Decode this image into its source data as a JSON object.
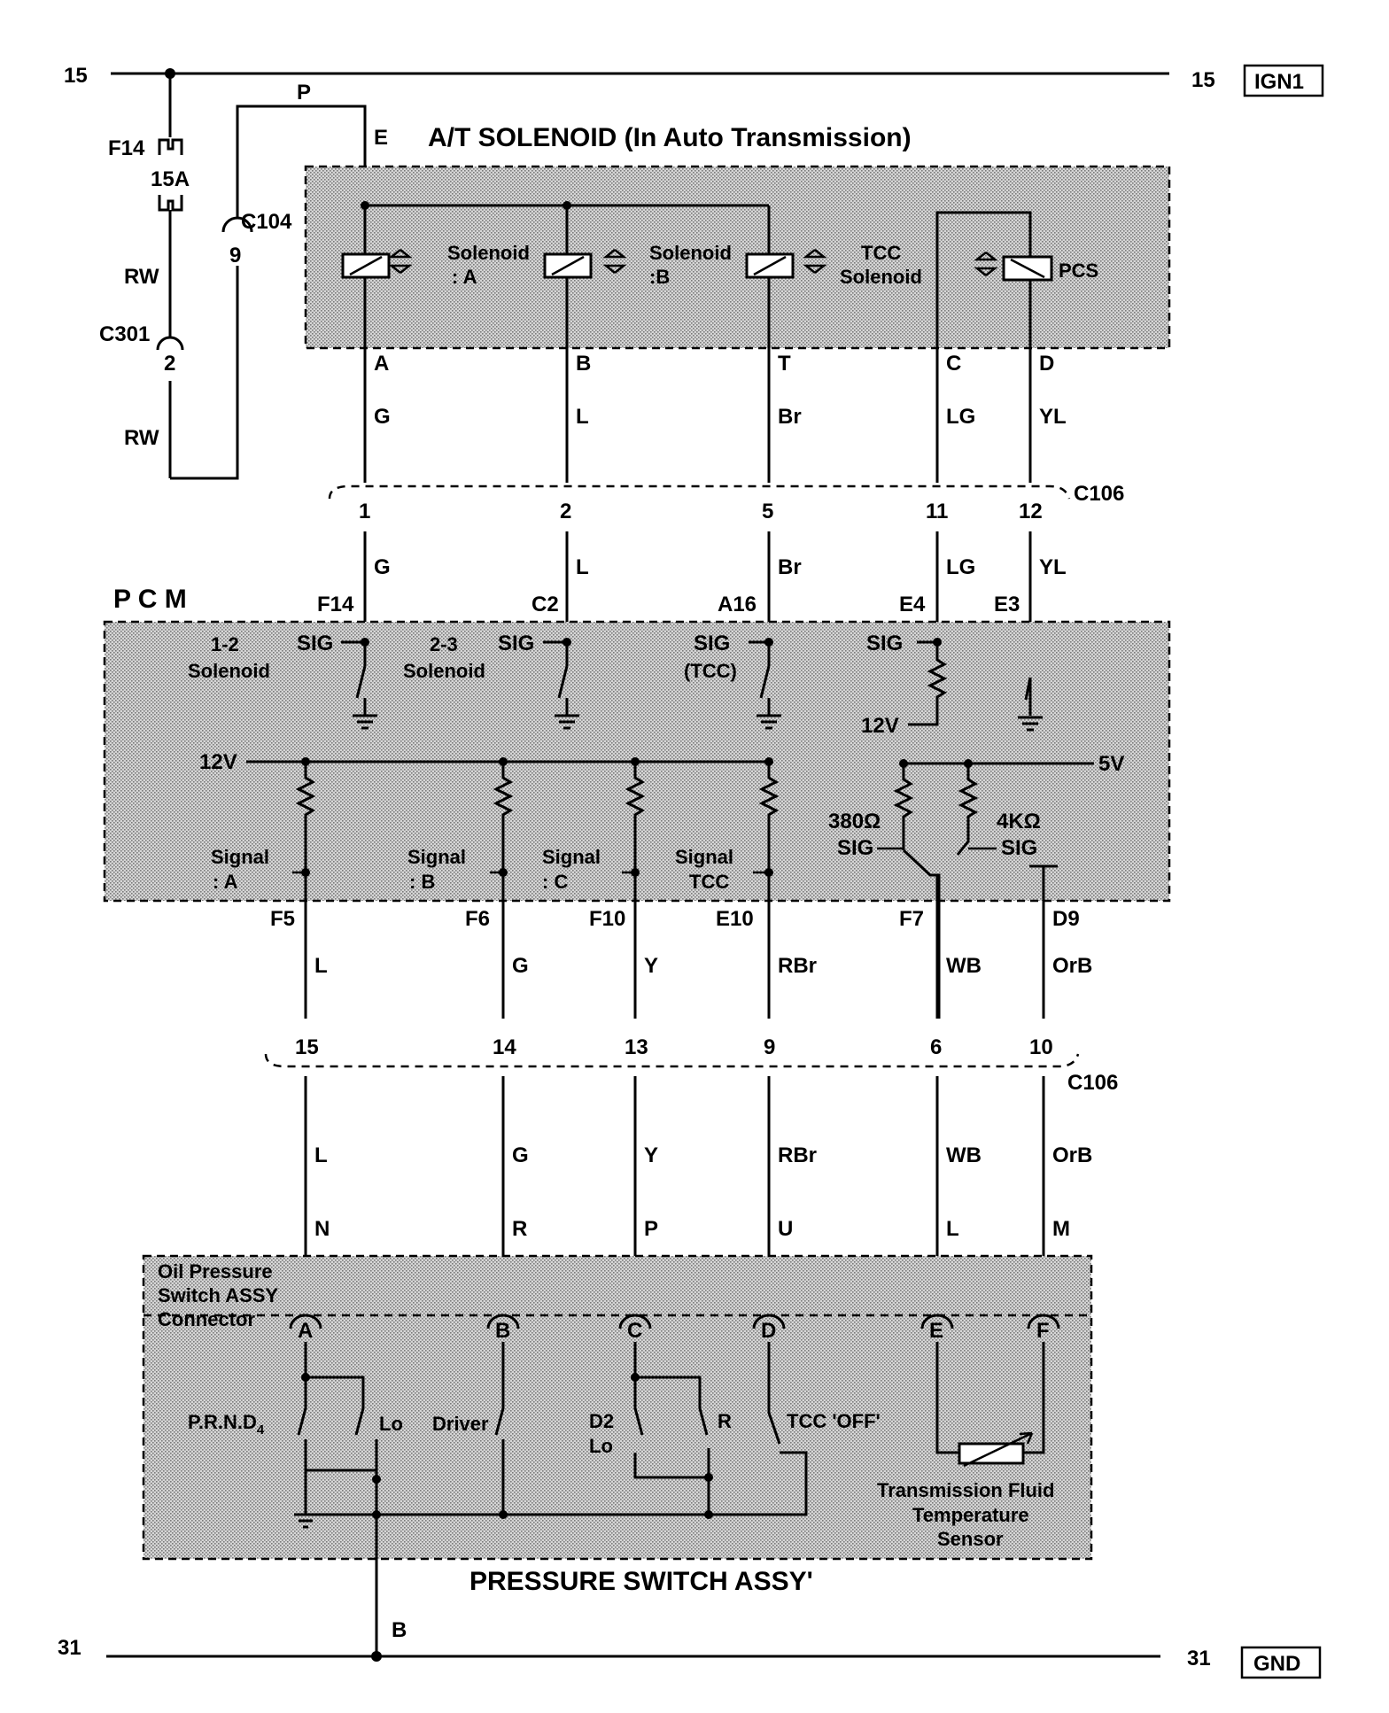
{
  "rails": {
    "ign_left_num": "15",
    "ign_right_num": "15",
    "ign_label": "IGN1",
    "gnd_left_num": "31",
    "gnd_right_num": "31",
    "gnd_label": "GND"
  },
  "fuse": {
    "name": "F14",
    "rating": "15A"
  },
  "left_wiring": {
    "wire_rw_top": "RW",
    "wire_rw_bottom": "RW",
    "c301_label": "C301",
    "c301_pin": "2",
    "c104_label": "C104",
    "c104_pin": "9",
    "p_label": "P",
    "e_label": "E"
  },
  "solenoid_block": {
    "title": "A/T SOLENOID (In Auto Transmission)",
    "sol_a": [
      "Solenoid",
      ": A"
    ],
    "sol_b": [
      "Solenoid",
      ":B"
    ],
    "tcc": [
      "TCC",
      "Solenoid"
    ],
    "pcs": "PCS",
    "pins": [
      "A",
      "B",
      "T",
      "C",
      "D"
    ],
    "wires": [
      "G",
      "L",
      "Br",
      "LG",
      "YL"
    ]
  },
  "c106_top": {
    "label": "C106",
    "pins": [
      "1",
      "2",
      "5",
      "11",
      "12"
    ],
    "wires": [
      "G",
      "L",
      "Br",
      "LG",
      "YL"
    ]
  },
  "pcm": {
    "title": "P C M",
    "top_terms": [
      "F14",
      "C2",
      "A16",
      "E4",
      "E3"
    ],
    "sig": "SIG",
    "sol12": [
      "1-2",
      "Solenoid"
    ],
    "sol23": [
      "2-3",
      "Solenoid"
    ],
    "tcc_paren": "(TCC)",
    "v12": "12V",
    "v5": "5V",
    "r380": "380Ω",
    "r4k": "4KΩ",
    "signals": [
      [
        "Signal",
        ": A"
      ],
      [
        "Signal",
        ": B"
      ],
      [
        "Signal",
        ": C"
      ],
      [
        "Signal",
        "TCC"
      ]
    ],
    "bottom_terms": [
      "F5",
      "F6",
      "F10",
      "E10",
      "F7",
      "D9"
    ],
    "bottom_wires": [
      "L",
      "G",
      "Y",
      "RBr",
      "WB",
      "OrB"
    ]
  },
  "c106_bottom": {
    "label": "C106",
    "pins": [
      "15",
      "14",
      "13",
      "9",
      "6",
      "10"
    ],
    "wires": [
      "L",
      "G",
      "Y",
      "RBr",
      "WB",
      "OrB"
    ],
    "assy_pins": [
      "N",
      "R",
      "P",
      "U",
      "L",
      "M"
    ]
  },
  "pressure_switch": {
    "title": "PRESSURE SWITCH ASSY'",
    "connector_label": [
      "Oil Pressure",
      "Switch ASSY",
      "Connector"
    ],
    "connector_pins": [
      "A",
      "B",
      "C",
      "D",
      "E",
      "F"
    ],
    "prnd": "P.R.N.D",
    "prnd_sub": "4",
    "lo": "Lo",
    "driver": "Driver",
    "d2": "D2",
    "d2_lo": "Lo",
    "r": "R",
    "tcc_off": "TCC 'OFF'",
    "tft": [
      "Transmission Fluid",
      "Temperature",
      "Sensor"
    ],
    "ground_pin": "B"
  }
}
